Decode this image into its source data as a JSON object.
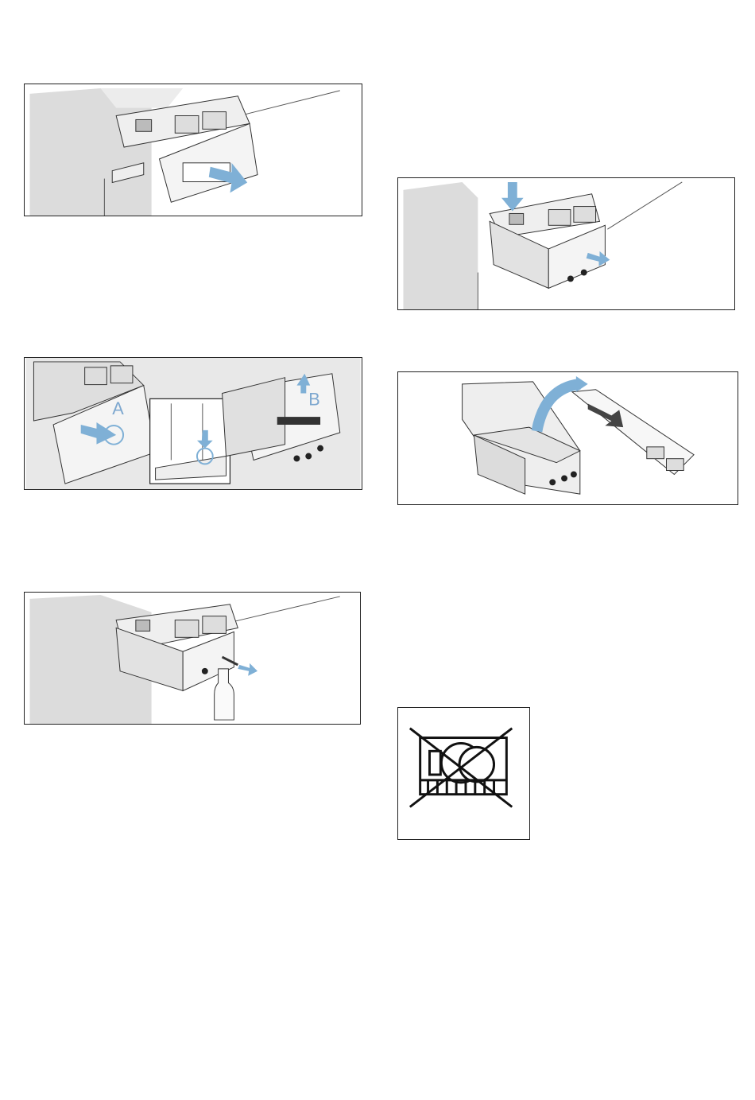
{
  "figures": [
    {
      "id": "fig-pull-out-drawer"
    },
    {
      "id": "fig-press-release-lift"
    },
    {
      "id": "fig-drain-into-bottle"
    },
    {
      "id": "fig-press-down-remove-insert"
    },
    {
      "id": "fig-remove-cover"
    },
    {
      "id": "fig-no-dishwasher"
    }
  ],
  "labels": {
    "a": "A",
    "b": "B"
  },
  "colors": {
    "arrow": "#7fb0d6",
    "shadow": "#d9dadb",
    "outline": "#333333",
    "body": "#e6e6e6"
  }
}
